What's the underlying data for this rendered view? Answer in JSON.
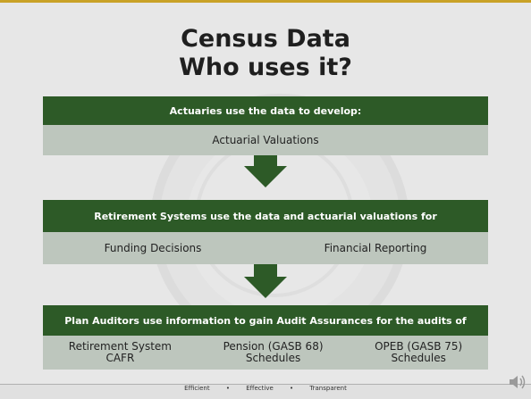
{
  "title": {
    "line1": "Census Data",
    "line2": "Who uses it?"
  },
  "sections": {
    "actuaries": {
      "header": "Actuaries use the data to develop:",
      "items": [
        "Actuarial Valuations"
      ]
    },
    "retirement": {
      "header": "Retirement Systems use the data and actuarial valuations for",
      "items": [
        "Funding Decisions",
        "Financial Reporting"
      ]
    },
    "auditors": {
      "header": "Plan Auditors use information to gain Audit Assurances for the audits of",
      "items": [
        {
          "line1": "Retirement System",
          "line2": "CAFR"
        },
        {
          "line1": "Pension (GASB 68)",
          "line2": "Schedules"
        },
        {
          "line1": "OPEB (GASB 75)",
          "line2": "Schedules"
        }
      ]
    }
  },
  "footer": {
    "word1": "Efficient",
    "word2": "Effective",
    "word3": "Transparent",
    "separator": "•"
  },
  "colors": {
    "green": "#2d5a27",
    "gray": "#bdc6bd",
    "accent": "#c9a227"
  },
  "icons": {
    "audio": "speaker-icon"
  }
}
